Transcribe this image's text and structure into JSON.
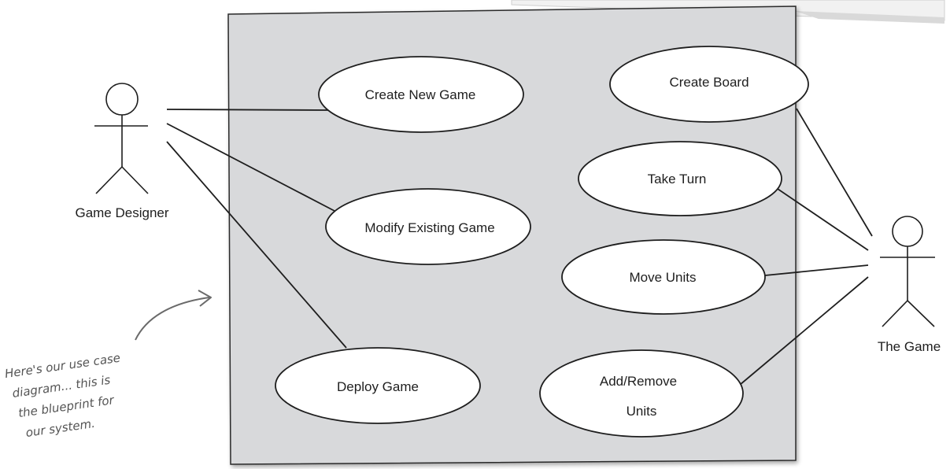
{
  "colors": {
    "system_boundary_fill": "#d8d9db",
    "line": "#1e1e1e",
    "ellipse_fill": "#ffffff",
    "annotation": "#6a6a6a",
    "paper_note": "#f2f2f2"
  },
  "actors": {
    "left": {
      "name": "Game Designer"
    },
    "right": {
      "name": "The Game"
    }
  },
  "use_cases": {
    "create_new_game": "Create New Game",
    "modify_existing_game": "Modify Existing Game",
    "deploy_game": "Deploy Game",
    "create_board": "Create Board",
    "take_turn": "Take Turn",
    "move_units": "Move Units",
    "add_remove_units_line1": "Add/Remove",
    "add_remove_units_line2": "Units"
  },
  "annotation": {
    "line1": "Here's our use case",
    "line2": "diagram... this is",
    "line3": "the blueprint for",
    "line4": "our system."
  },
  "icons": {
    "actor": "stick-figure-icon",
    "arrow": "curved-arrow-icon"
  }
}
